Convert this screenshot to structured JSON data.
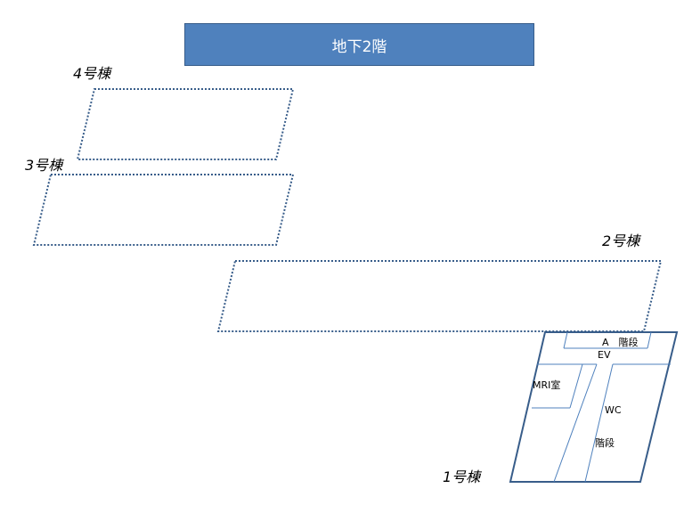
{
  "floor_title": "地下2階",
  "buildings": {
    "b4": "4号棟",
    "b3": "3号棟",
    "b2": "2号棟",
    "b1": "1号棟"
  },
  "rooms": {
    "stairs_a": "A　階段",
    "ev": "EV",
    "mri": "MRI室",
    "wc": "WC",
    "stairs": "階段"
  },
  "colors": {
    "title_fill": "#4f81bd",
    "outline": "#385d8a",
    "inner_line": "#4f81bd"
  }
}
